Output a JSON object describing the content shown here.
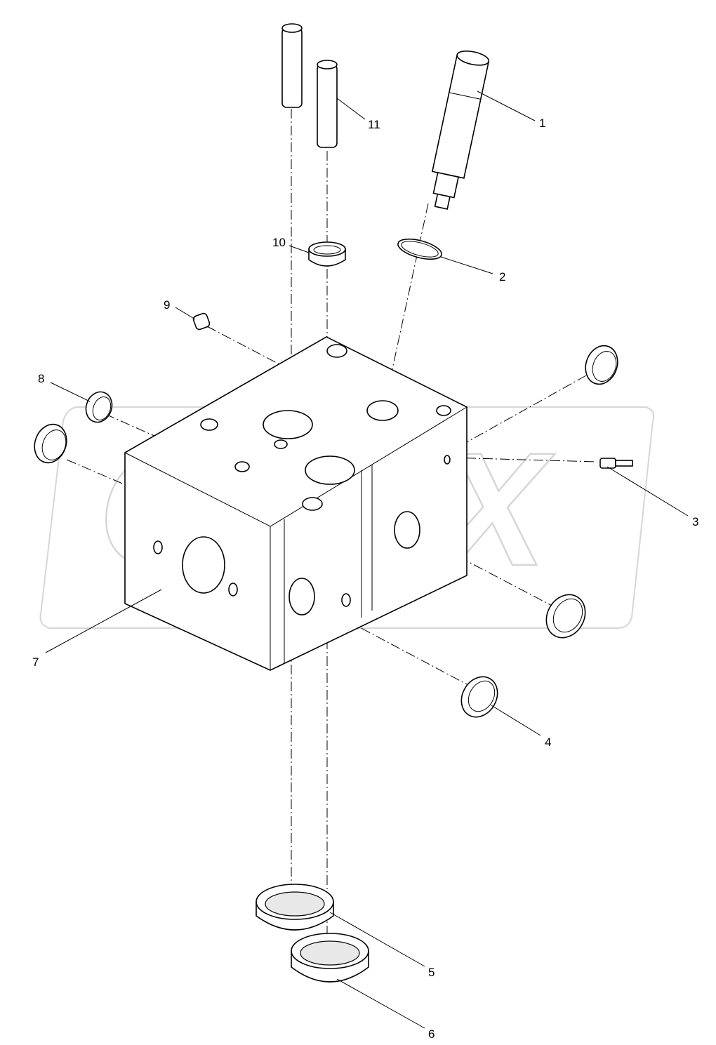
{
  "diagram": {
    "watermark": "OPEX",
    "callouts": [
      {
        "id": "1",
        "label": "1"
      },
      {
        "id": "2",
        "label": "2"
      },
      {
        "id": "3",
        "label": "3"
      },
      {
        "id": "4",
        "label": "4"
      },
      {
        "id": "5",
        "label": "5"
      },
      {
        "id": "6",
        "label": "6"
      },
      {
        "id": "7",
        "label": "7"
      },
      {
        "id": "8",
        "label": "8"
      },
      {
        "id": "9",
        "label": "9"
      },
      {
        "id": "10",
        "label": "10"
      },
      {
        "id": "11",
        "label": "11"
      }
    ]
  }
}
